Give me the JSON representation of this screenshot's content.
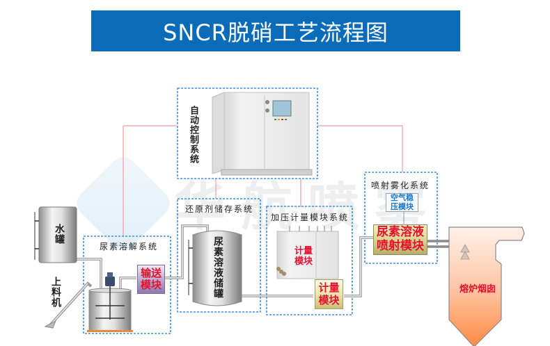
{
  "title": "SNCR脱硝工艺流程图",
  "watermark": "华航喷雾",
  "systems": {
    "control": "自动控制系统",
    "dissolve": "尿素溶解系统",
    "storage": "还原剂储存系统",
    "metering": "加压计量模块系统",
    "spray": "喷射雾化系统"
  },
  "equipment": {
    "water_tank": "水罐",
    "feeder": "上料机",
    "transfer_module": "输送模块",
    "storage_tank": "尿素溶液储罐",
    "metering_cabinet": "计量模块",
    "metering_module": "计量模块",
    "air_module": "空气稳压模块",
    "injection_module": "尿素溶液喷射模块",
    "furnace": "熔炉烟囱"
  },
  "colors": {
    "title_bg": "#0a6bb8",
    "system_border": "#3d8fe8",
    "signal_line": "#f29aa6",
    "module_text": "#e8102e",
    "air_text": "#1e79c8",
    "furnace_top": "#fff1ea",
    "furnace_bottom": "#ff8a45"
  }
}
